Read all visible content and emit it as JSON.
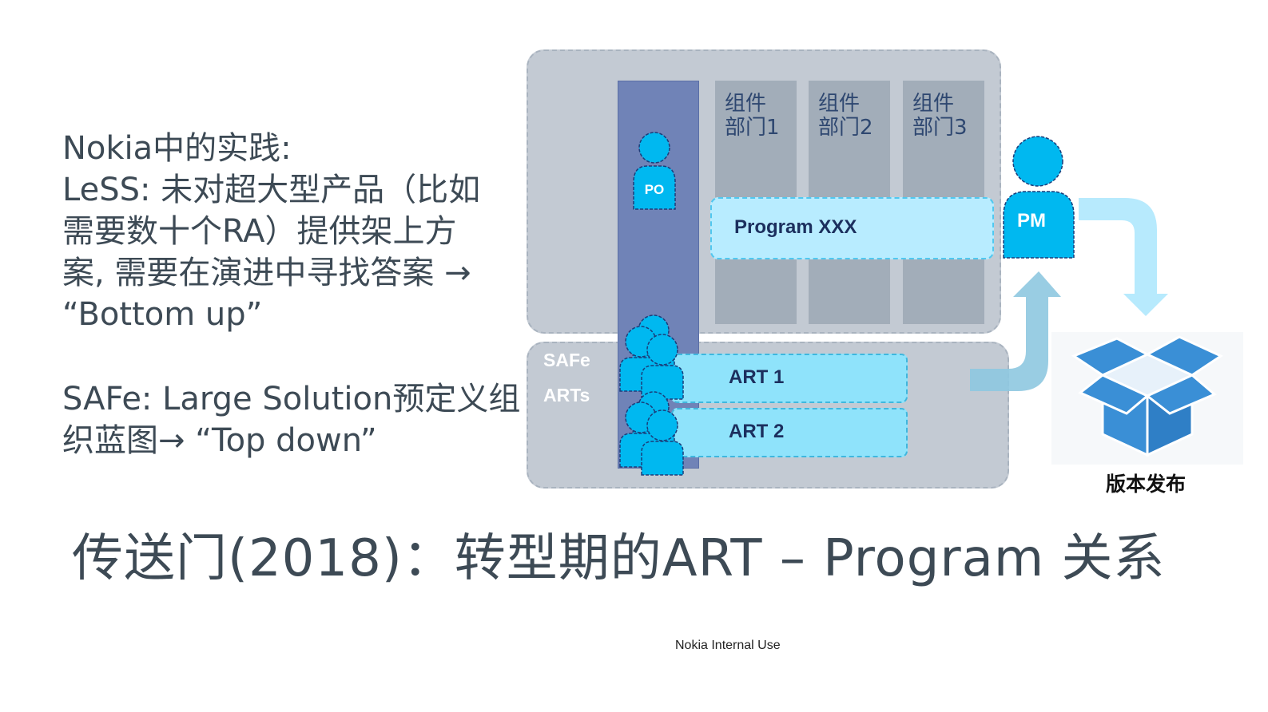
{
  "left_text": {
    "block1": [
      "Nokia中的实践:",
      "LeSS: 未对超大型产品（比如",
      "需要数十个RA）提供架上方",
      "案, 需要在演进中寻找答案 →",
      "“Bottom up”"
    ],
    "block2": [
      "SAFe: Large Solution预定义组",
      "织蓝图→ “Top down”"
    ]
  },
  "diagram": {
    "departments": [
      "组件\n部门1",
      "组件\n部门2",
      "组件\n部门3"
    ],
    "po_label": "PO",
    "pm_label": "PM",
    "program_label": "Program XXX",
    "safe_label": "SAFe",
    "arts_label": "ARTs",
    "art1_label": "ART 1",
    "art2_label": "ART 2",
    "release_label": "版本发布"
  },
  "title": "传送门(2018)：转型期的ART – Program 关系",
  "footer": "Nokia Internal Use",
  "colors": {
    "text": "#3d4a55",
    "panel": "#c3cad3",
    "po_column": "#7083b7",
    "person": "#00b8f0",
    "box_blue": "#3a8fd6"
  }
}
